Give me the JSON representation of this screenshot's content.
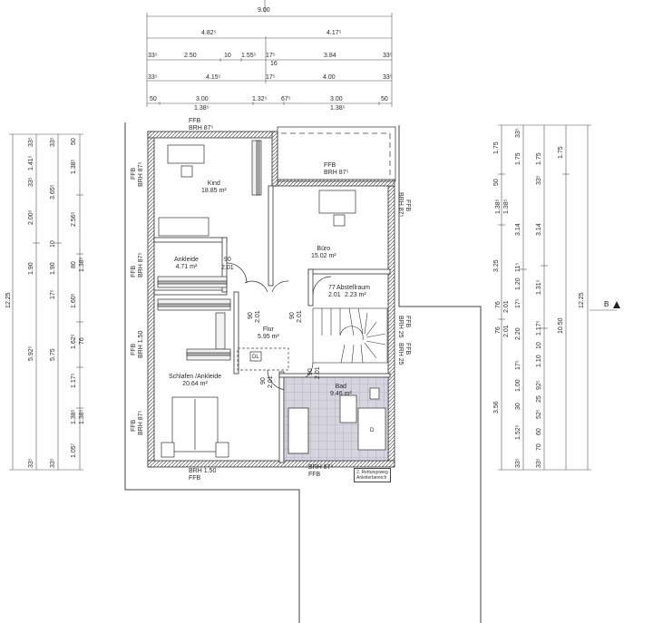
{
  "drawing": {
    "type": "floor plan",
    "floor": "Obergeschoss",
    "background": "#ffffff",
    "line_color": "#3a3a3a",
    "tile_color": "#d8d6df"
  },
  "dimensions_top": {
    "overall": "9.00",
    "row1": [
      "4.82⁵",
      "4.17⁵"
    ],
    "row2": [
      "33⁵",
      "2.50",
      "10",
      "1.55⁵",
      "17⁵",
      "16",
      "3.84",
      "33⁵"
    ],
    "row3": [
      "33⁵",
      "4.15⁵",
      "17⁵",
      "4.00",
      "33⁵"
    ],
    "row4": [
      "50",
      "3.00",
      "1.38⁵",
      "1.32⁵",
      "67⁵",
      "3.00",
      "1.38⁵",
      "50"
    ]
  },
  "dimensions_left": {
    "overall": "12.25",
    "col1": [
      "33⁵",
      "1.41⁵",
      "33⁵",
      "2.00⁵",
      "1.90",
      "5.92⁵",
      "33⁵"
    ],
    "col2": [
      "33⁵",
      "3.65⁵",
      "10",
      "1.90",
      "17⁵",
      "5.75",
      "33⁵"
    ],
    "col3": [
      "50",
      "1.38⁵",
      "2.56⁵",
      "80",
      "1.38⁵",
      "1.60⁵",
      "1.62⁵",
      "76",
      "1.17⁵",
      "1.38⁵",
      "1.38⁵",
      "1.05⁷"
    ]
  },
  "dimensions_right": {
    "overall": "12.25",
    "col1": [
      "1.75",
      "50",
      "1.38⁵",
      "1.38⁵",
      "3.25",
      "76",
      "2.01",
      "76",
      "2.01",
      "3.56"
    ],
    "col2": [
      "33⁵",
      "1.75",
      "3.14",
      "11⁵",
      "1.20",
      "17⁵",
      "2.20",
      "17⁵",
      "1.00",
      "30",
      "1.52⁵",
      "33⁵"
    ],
    "col3": [
      "1.75",
      "33⁵",
      "3.14",
      "1.31⁵",
      "1.17⁵",
      "10",
      "1.10",
      "92⁵",
      "25",
      "52⁵",
      "60",
      "70",
      "33⁵"
    ],
    "col4": [
      "1.75",
      "10.50"
    ]
  },
  "rooms": [
    {
      "name": "Kind",
      "area": "18.85 m²"
    },
    {
      "name": "Büro",
      "area": "15.02 m²"
    },
    {
      "name": "Ankleide",
      "area": "4.71 m²",
      "door": "90",
      "door_h": "2.01"
    },
    {
      "name": "Abstellraum",
      "area": "2.23 m²",
      "door": "77",
      "door_h": "2.01"
    },
    {
      "name": "Flur",
      "area": "5.95 m²"
    },
    {
      "name": "Schlafen /Ankleide",
      "area": "20.64 m²"
    },
    {
      "name": "Bad",
      "area": "9.46 m²"
    }
  ],
  "annotations": {
    "ffb": "FFB",
    "brh_875": "BRH 87⁵",
    "brh_150": "BRH 1.50",
    "brh_25": "BRH 25",
    "door_90": "90",
    "door_201": "2.01",
    "dl": "DL",
    "shower": "D",
    "escape_note_1": "2. Rettungsweg",
    "escape_note_2": "Anleiterbereich",
    "section_marker": "B"
  }
}
